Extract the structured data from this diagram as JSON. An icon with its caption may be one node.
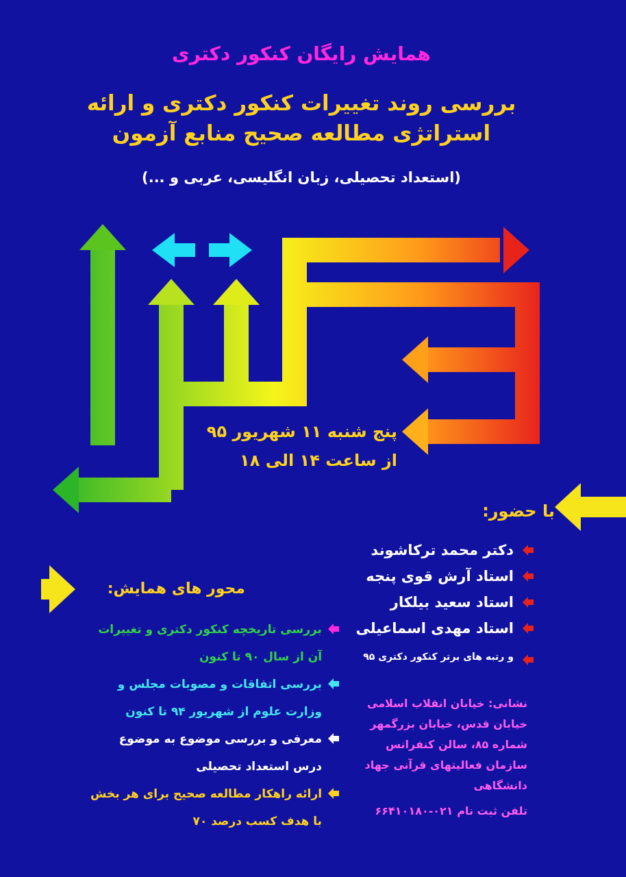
{
  "diagram": {
    "title": "همایش رایگان کنکور دکتری",
    "labels": [
      "بررسی روند تغییرات کنکور دکتری و ارائه استراتژی مطالعه صحیح منابع آزمون",
      "(استعداد تحصیلی، زبان انگلیسی، عربی و ...)",
      "پنج شنبه ۱۱ شهریور ۹۵",
      "از ساعت ۱۴ الی ۱۸",
      "با حضور:",
      "دکتر محمد ترکاشوند",
      "استاد آرش قوی پنجه",
      "استاد سعید بیلکار",
      "استاد مهدی اسماعیلی",
      "و رتبه های برتر کنکور دکتری ۹۵",
      "محور های همایش:",
      "بررسی تاریخچه کنکور دکتری و تغییرات آن از سال ۹۰ تا کنون",
      "بررسی اتفاقات و مصوبات مجلس و وزارت علوم از شهریور ۹۴ تا کنون",
      "معرفی و بررسی موضوع به موضوع درس استعداد تحصیلی",
      "ارائه راهکار مطالعه صحیح برای هر بخش با هدف کسب درصد ۷۰",
      "نشانی: خیابان انقلاب اسلامی خیابان قدس، خیابان بزرگمهر شماره ۸۵، سالن کنفرانس سازمان فعالیتهای قرآنی جهاد دانشگاهی",
      "تلفن ثبت نام ۰۲۱-۶۶۴۱۰۱۸۰"
    ]
  }
}
